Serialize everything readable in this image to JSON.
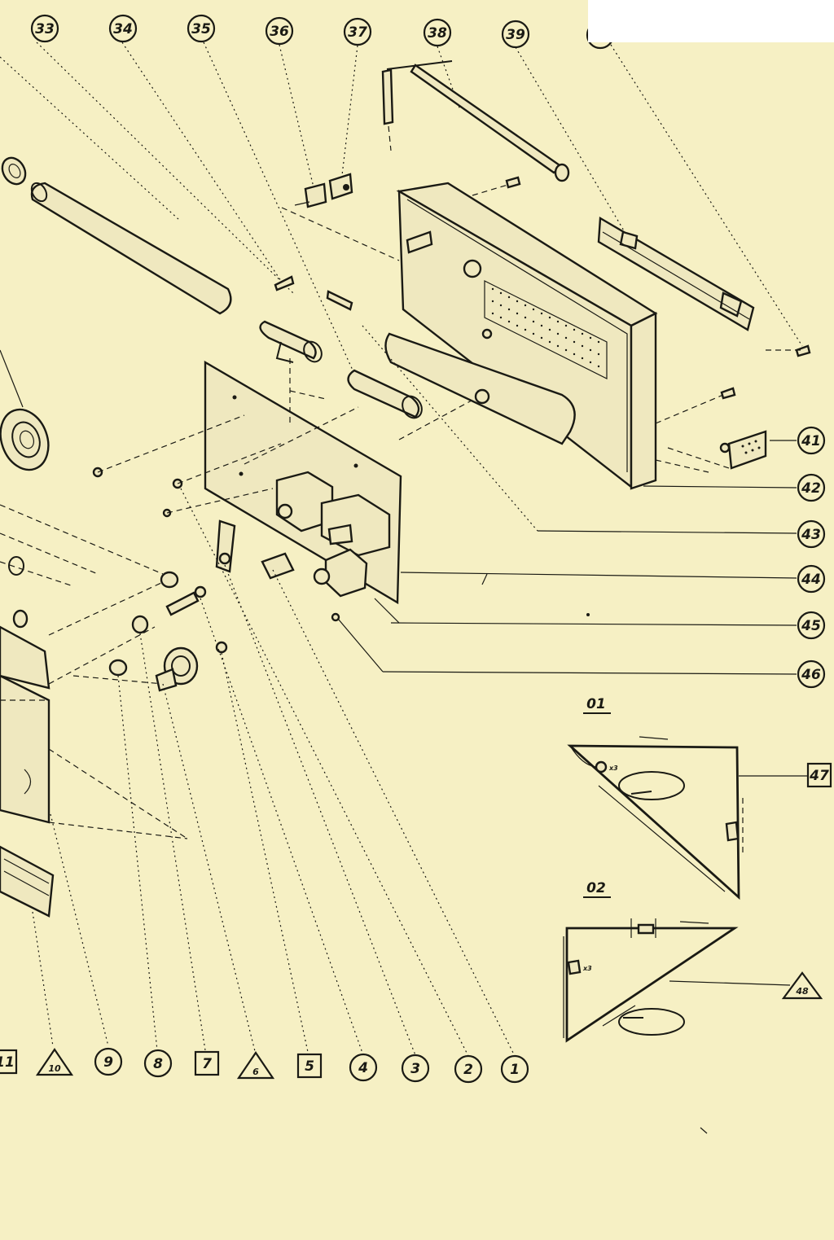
{
  "callouts_top": [
    "33",
    "34",
    "35",
    "36",
    "37",
    "38",
    "39"
  ],
  "callouts_right": [
    "41",
    "42",
    "43",
    "44",
    "45",
    "46"
  ],
  "callouts_bottom": [
    "11",
    "10",
    "9",
    "8",
    "7",
    "6",
    "5",
    "4",
    "3",
    "2",
    "1"
  ],
  "insets": {
    "inset_1": {
      "title": "01",
      "tag": "47",
      "x3": "x3"
    },
    "inset_2": {
      "title": "02",
      "tag": "48",
      "x3": "x3"
    }
  }
}
